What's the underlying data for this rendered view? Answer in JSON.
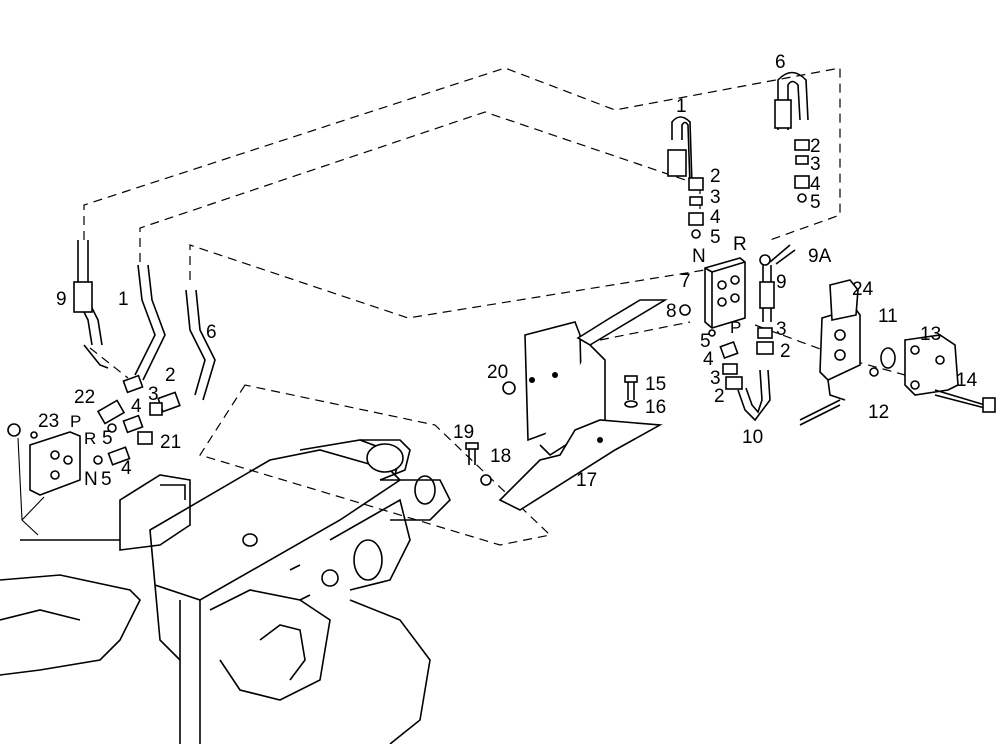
{
  "diagram": {
    "callouts": [
      {
        "id": "c-1-top",
        "text": "1"
      },
      {
        "id": "c-2-top-mid",
        "text": "2"
      },
      {
        "id": "c-3-top-mid",
        "text": "3"
      },
      {
        "id": "c-4-top-mid",
        "text": "4"
      },
      {
        "id": "c-5-top-mid",
        "text": "5"
      },
      {
        "id": "c-N-mid",
        "text": "N"
      },
      {
        "id": "c-R-mid",
        "text": "R"
      },
      {
        "id": "c-6-top",
        "text": "6"
      },
      {
        "id": "c-2-top-right",
        "text": "2"
      },
      {
        "id": "c-3-top-right",
        "text": "3"
      },
      {
        "id": "c-4-top-right",
        "text": "4"
      },
      {
        "id": "c-5-top-right",
        "text": "5"
      },
      {
        "id": "c-9A",
        "text": "9A"
      },
      {
        "id": "c-9-mid",
        "text": "9"
      },
      {
        "id": "c-7",
        "text": "7"
      },
      {
        "id": "c-8",
        "text": "8"
      },
      {
        "id": "c-5-mid-low",
        "text": "5"
      },
      {
        "id": "c-P-mid",
        "text": "P"
      },
      {
        "id": "c-3-mid-right",
        "text": "3"
      },
      {
        "id": "c-2-mid-right",
        "text": "2"
      },
      {
        "id": "c-4-mid-low",
        "text": "4"
      },
      {
        "id": "c-3-mid-low",
        "text": "3"
      },
      {
        "id": "c-2-mid-low",
        "text": "2"
      },
      {
        "id": "c-10",
        "text": "10"
      },
      {
        "id": "c-24",
        "text": "24"
      },
      {
        "id": "c-11",
        "text": "11"
      },
      {
        "id": "c-13",
        "text": "13"
      },
      {
        "id": "c-14",
        "text": "14"
      },
      {
        "id": "c-12",
        "text": "12"
      },
      {
        "id": "c-20",
        "text": "20"
      },
      {
        "id": "c-15",
        "text": "15"
      },
      {
        "id": "c-16",
        "text": "16"
      },
      {
        "id": "c-17",
        "text": "17"
      },
      {
        "id": "c-19",
        "text": "19"
      },
      {
        "id": "c-18",
        "text": "18"
      },
      {
        "id": "c-9-left",
        "text": "9"
      },
      {
        "id": "c-1-left",
        "text": "1"
      },
      {
        "id": "c-6-left",
        "text": "6"
      },
      {
        "id": "c-2-left",
        "text": "2"
      },
      {
        "id": "c-3-left",
        "text": "3"
      },
      {
        "id": "c-22",
        "text": "22"
      },
      {
        "id": "c-4-left",
        "text": "4"
      },
      {
        "id": "c-23",
        "text": "23"
      },
      {
        "id": "c-P-left",
        "text": "P"
      },
      {
        "id": "c-R-left",
        "text": "R"
      },
      {
        "id": "c-5-left-a",
        "text": "5"
      },
      {
        "id": "c-21",
        "text": "21"
      },
      {
        "id": "c-N-left",
        "text": "N"
      },
      {
        "id": "c-5-left-b",
        "text": "5"
      },
      {
        "id": "c-4-left-b",
        "text": "4"
      }
    ]
  }
}
